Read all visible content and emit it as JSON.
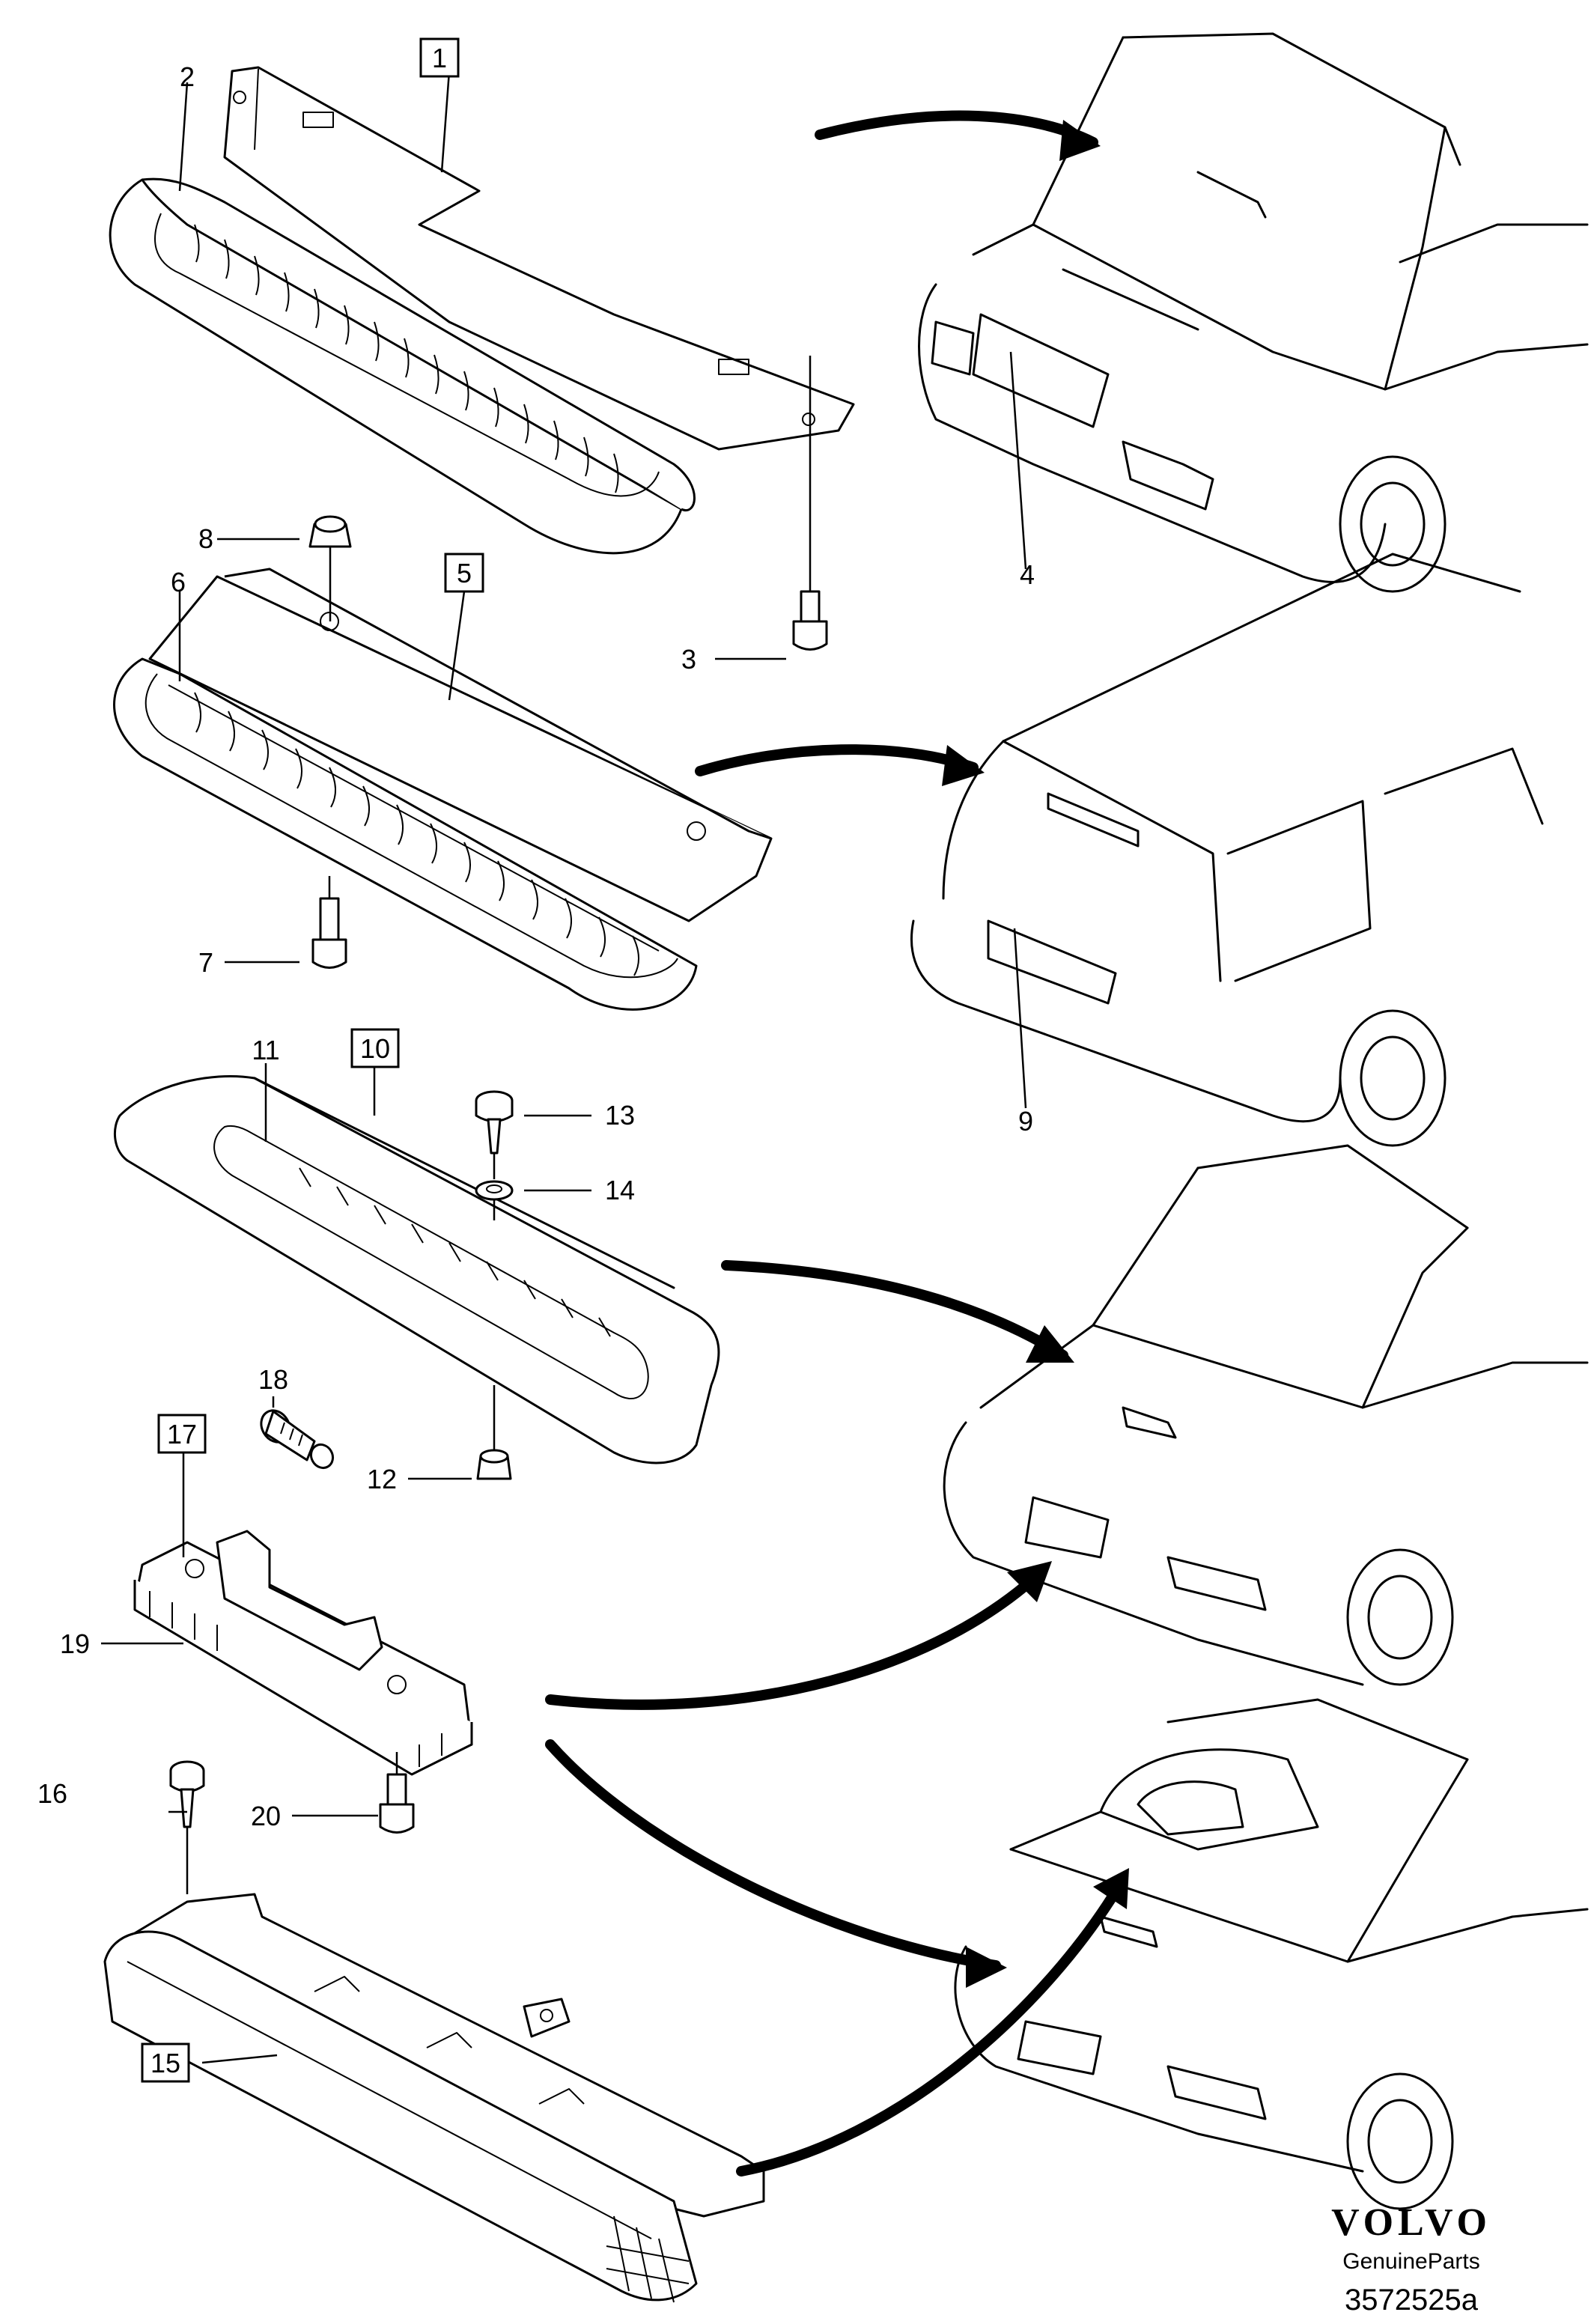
{
  "callouts": {
    "c1": "1",
    "c2": "2",
    "c3": "3",
    "c4": "4",
    "c5": "5",
    "c6": "6",
    "c7": "7",
    "c8": "8",
    "c9": "9",
    "c10": "10",
    "c11": "11",
    "c12": "12",
    "c13": "13",
    "c14": "14",
    "c15": "15",
    "c16": "16",
    "c17": "17",
    "c18": "18",
    "c19": "19",
    "c20": "20"
  },
  "brand": {
    "name": "VOLVO",
    "subtitle": "GenuineParts",
    "diagram_code": "3572525a"
  }
}
